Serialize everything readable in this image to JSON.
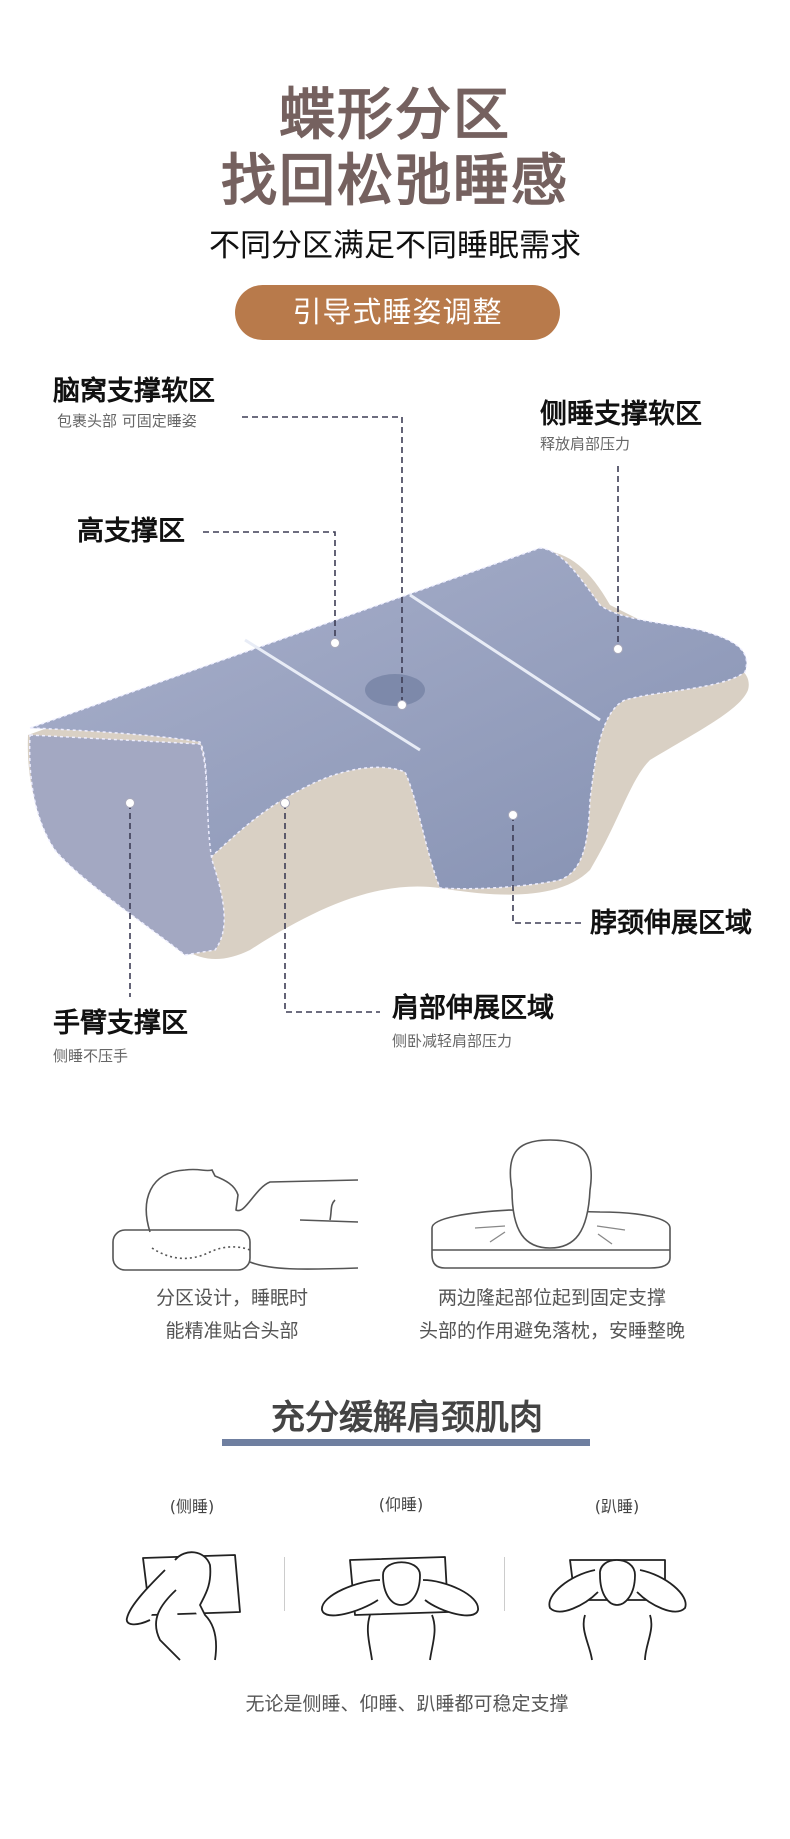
{
  "header": {
    "title_line1": "蝶形分区",
    "title_line2": "找回松弛睡感",
    "subtitle": "不同分区满足不同睡眠需求",
    "badge": "引导式睡姿调整"
  },
  "zones": [
    {
      "name": "脑窝支撑软区",
      "desc": "包裹头部 可固定睡姿"
    },
    {
      "name": "侧睡支撑软区",
      "desc": "释放肩部压力"
    },
    {
      "name": "高支撑区"
    },
    {
      "name": "脖颈伸展区域"
    },
    {
      "name": "手臂支撑区",
      "desc": "侧睡不压手"
    },
    {
      "name": "肩部伸展区域",
      "desc": "侧卧减轻肩部压力"
    }
  ],
  "features": [
    {
      "line1": "分区设计，睡眠时",
      "line2": "能精准贴合头部"
    },
    {
      "line1": "两边隆起部位起到固定支撑",
      "line2": "头部的作用避免落枕，安睡整晚"
    }
  ],
  "relief": {
    "heading": "充分缓解肩颈肌肉",
    "positions": [
      "(侧睡)",
      "(仰睡)",
      "(趴睡)"
    ],
    "caption": "无论是侧睡、仰睡、趴睡都可稳定支撑"
  },
  "colors": {
    "title": "#75615f",
    "badge": "#b87a4b",
    "accent_bar": "#6f7fa0",
    "pillow_top": "#8f9bbd",
    "pillow_base": "#d9d0c4"
  }
}
